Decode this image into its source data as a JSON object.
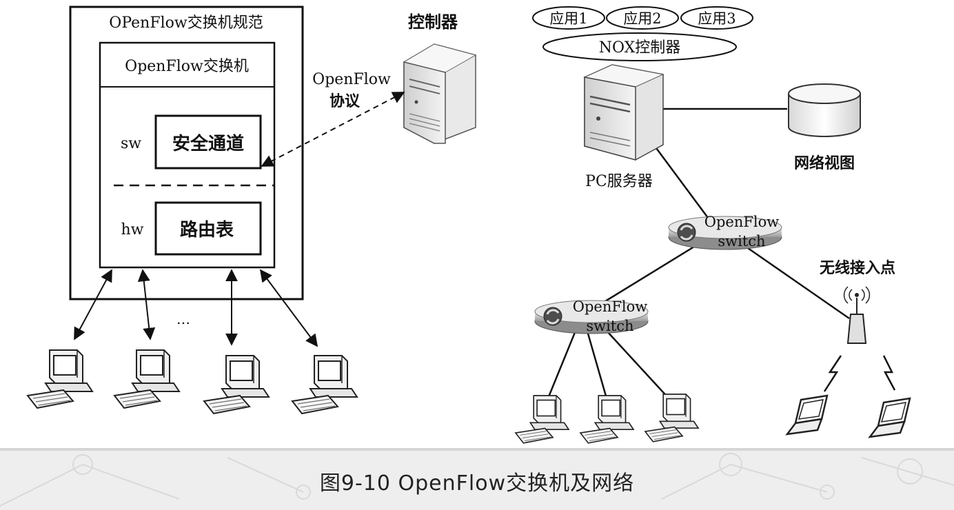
{
  "left": {
    "spec_title": "OPenFlow交换机规范",
    "switch_title": "OpenFlow交换机",
    "sw_label": "sw",
    "secure_channel": "安全通道",
    "hw_label": "hw",
    "routing_table": "路由表",
    "ellipsis": "…",
    "controller_label": "控制器",
    "protocol_line1": "OpenFlow",
    "protocol_line2": "协议"
  },
  "right": {
    "apps": [
      "应用1",
      "应用2",
      "应用3"
    ],
    "nox_controller": "NOX控制器",
    "pc_server": "PC服务器",
    "network_view": "网络视图",
    "switch_top_line1": "OpenFlow",
    "switch_top_line2": "switch",
    "switch_bottom_line1": "OpenFlow",
    "switch_bottom_line2": "switch",
    "wireless_ap": "无线接入点"
  },
  "caption": "图9-10  OpenFlow交换机及网络"
}
